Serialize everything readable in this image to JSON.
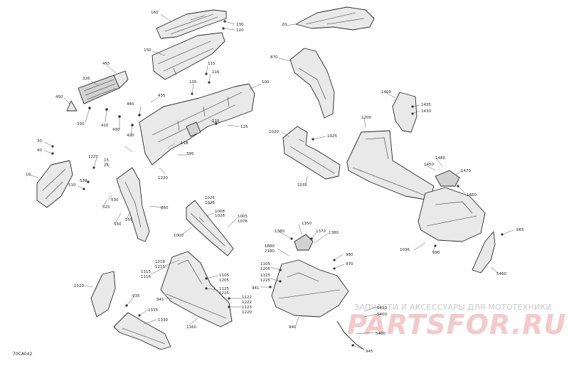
{
  "diagram_code": "70CA042",
  "watermark": {
    "tagline": "ЗАПЧАСТИ И АКСЕССУАРЫ ДЛЯ МОТОТЕХНИКИ",
    "logo": "PARTSFOR.RU"
  },
  "callouts": [
    {
      "id": "c160",
      "text": "160"
    },
    {
      "id": "c130",
      "text": "130"
    },
    {
      "id": "c120",
      "text": "120"
    },
    {
      "id": "c150",
      "text": "150"
    },
    {
      "id": "c115",
      "text": "115"
    },
    {
      "id": "c116",
      "text": "116"
    },
    {
      "id": "c105",
      "text": "105"
    },
    {
      "id": "c100",
      "text": "100"
    },
    {
      "id": "c20",
      "text": "20"
    },
    {
      "id": "c870",
      "text": "870"
    },
    {
      "id": "c455",
      "text": "455"
    },
    {
      "id": "c326",
      "text": "326"
    },
    {
      "id": "c450",
      "text": "450"
    },
    {
      "id": "c330",
      "text": "330"
    },
    {
      "id": "c410",
      "text": "410"
    },
    {
      "id": "c430",
      "text": "430"
    },
    {
      "id": "c420",
      "text": "420"
    },
    {
      "id": "c440",
      "text": "440"
    },
    {
      "id": "c435",
      "text": "435"
    },
    {
      "id": "c110",
      "text": "110"
    },
    {
      "id": "c125",
      "text": "125"
    },
    {
      "id": "c118",
      "text": "118"
    },
    {
      "id": "c395",
      "text": "395"
    },
    {
      "id": "c1220a",
      "text": "1220"
    },
    {
      "id": "c30",
      "text": "30"
    },
    {
      "id": "c40",
      "text": "40"
    },
    {
      "id": "c10",
      "text": "10"
    },
    {
      "id": "c1220b",
      "text": "1220"
    },
    {
      "id": "c15",
      "text": "15"
    },
    {
      "id": "c25",
      "text": "25"
    },
    {
      "id": "c1200",
      "text": "1200"
    },
    {
      "id": "c1020",
      "text": "1020"
    },
    {
      "id": "c1025",
      "text": "1025"
    },
    {
      "id": "c1035",
      "text": "1035"
    },
    {
      "id": "c1400",
      "text": "1400"
    },
    {
      "id": "c1435",
      "text": "1435"
    },
    {
      "id": "c1430",
      "text": "1430"
    },
    {
      "id": "c1480",
      "text": "1480"
    },
    {
      "id": "c1450",
      "text": "1450"
    },
    {
      "id": "c1470",
      "text": "1470"
    },
    {
      "id": "c1460",
      "text": "1460"
    },
    {
      "id": "c510",
      "text": "510"
    },
    {
      "id": "c520",
      "text": "520"
    },
    {
      "id": "c530",
      "text": "530"
    },
    {
      "id": "c525",
      "text": "525"
    },
    {
      "id": "c550",
      "text": "550"
    },
    {
      "id": "c555",
      "text": "555"
    },
    {
      "id": "c860",
      "text": "860"
    },
    {
      "id": "c1025b",
      "text": "1025"
    },
    {
      "id": "c1026",
      "text": "1026"
    },
    {
      "id": "c1008",
      "text": "1008"
    },
    {
      "id": "c1028",
      "text": "1028"
    },
    {
      "id": "c1005",
      "text": "1005"
    },
    {
      "id": "c1076",
      "text": "1076"
    },
    {
      "id": "c1000",
      "text": "1000"
    },
    {
      "id": "c1380a",
      "text": "1380"
    },
    {
      "id": "c1350",
      "text": "1350"
    },
    {
      "id": "c1370",
      "text": "1370"
    },
    {
      "id": "c1380b",
      "text": "1380"
    },
    {
      "id": "c1880",
      "text": "1880"
    },
    {
      "id": "c2180",
      "text": "2180"
    },
    {
      "id": "c980",
      "text": "980"
    },
    {
      "id": "c970",
      "text": "970"
    },
    {
      "id": "c1036",
      "text": "1036"
    },
    {
      "id": "c990",
      "text": "990"
    },
    {
      "id": "c965",
      "text": "965"
    },
    {
      "id": "c5460",
      "text": "5460"
    },
    {
      "id": "c1115",
      "text": "1115"
    },
    {
      "id": "c1218",
      "text": "1218"
    },
    {
      "id": "c1116",
      "text": "1116"
    },
    {
      "id": "c1215",
      "text": "1215"
    },
    {
      "id": "c1105",
      "text": "1105"
    },
    {
      "id": "c1205",
      "text": "1205"
    },
    {
      "id": "c1125",
      "text": "1125"
    },
    {
      "id": "c1225",
      "text": "1225"
    },
    {
      "id": "c1122",
      "text": "1122"
    },
    {
      "id": "c1222",
      "text": "1222"
    },
    {
      "id": "c1123",
      "text": "1123"
    },
    {
      "id": "c1220c",
      "text": "1220"
    },
    {
      "id": "c941a",
      "text": "941"
    },
    {
      "id": "c1160",
      "text": "1160"
    },
    {
      "id": "c1105b",
      "text": "1105"
    },
    {
      "id": "c1205b",
      "text": "1205"
    },
    {
      "id": "c1125b",
      "text": "1125"
    },
    {
      "id": "c1225b",
      "text": "1225"
    },
    {
      "id": "c941b",
      "text": "941"
    },
    {
      "id": "c940",
      "text": "940"
    },
    {
      "id": "c5410",
      "text": "5410"
    },
    {
      "id": "c5400",
      "text": "5400"
    },
    {
      "id": "c5400b",
      "text": "5400"
    },
    {
      "id": "c945",
      "text": "945"
    },
    {
      "id": "c1320",
      "text": "1320"
    },
    {
      "id": "c935",
      "text": "935"
    },
    {
      "id": "c1335",
      "text": "1335"
    },
    {
      "id": "c1330",
      "text": "1330"
    }
  ]
}
